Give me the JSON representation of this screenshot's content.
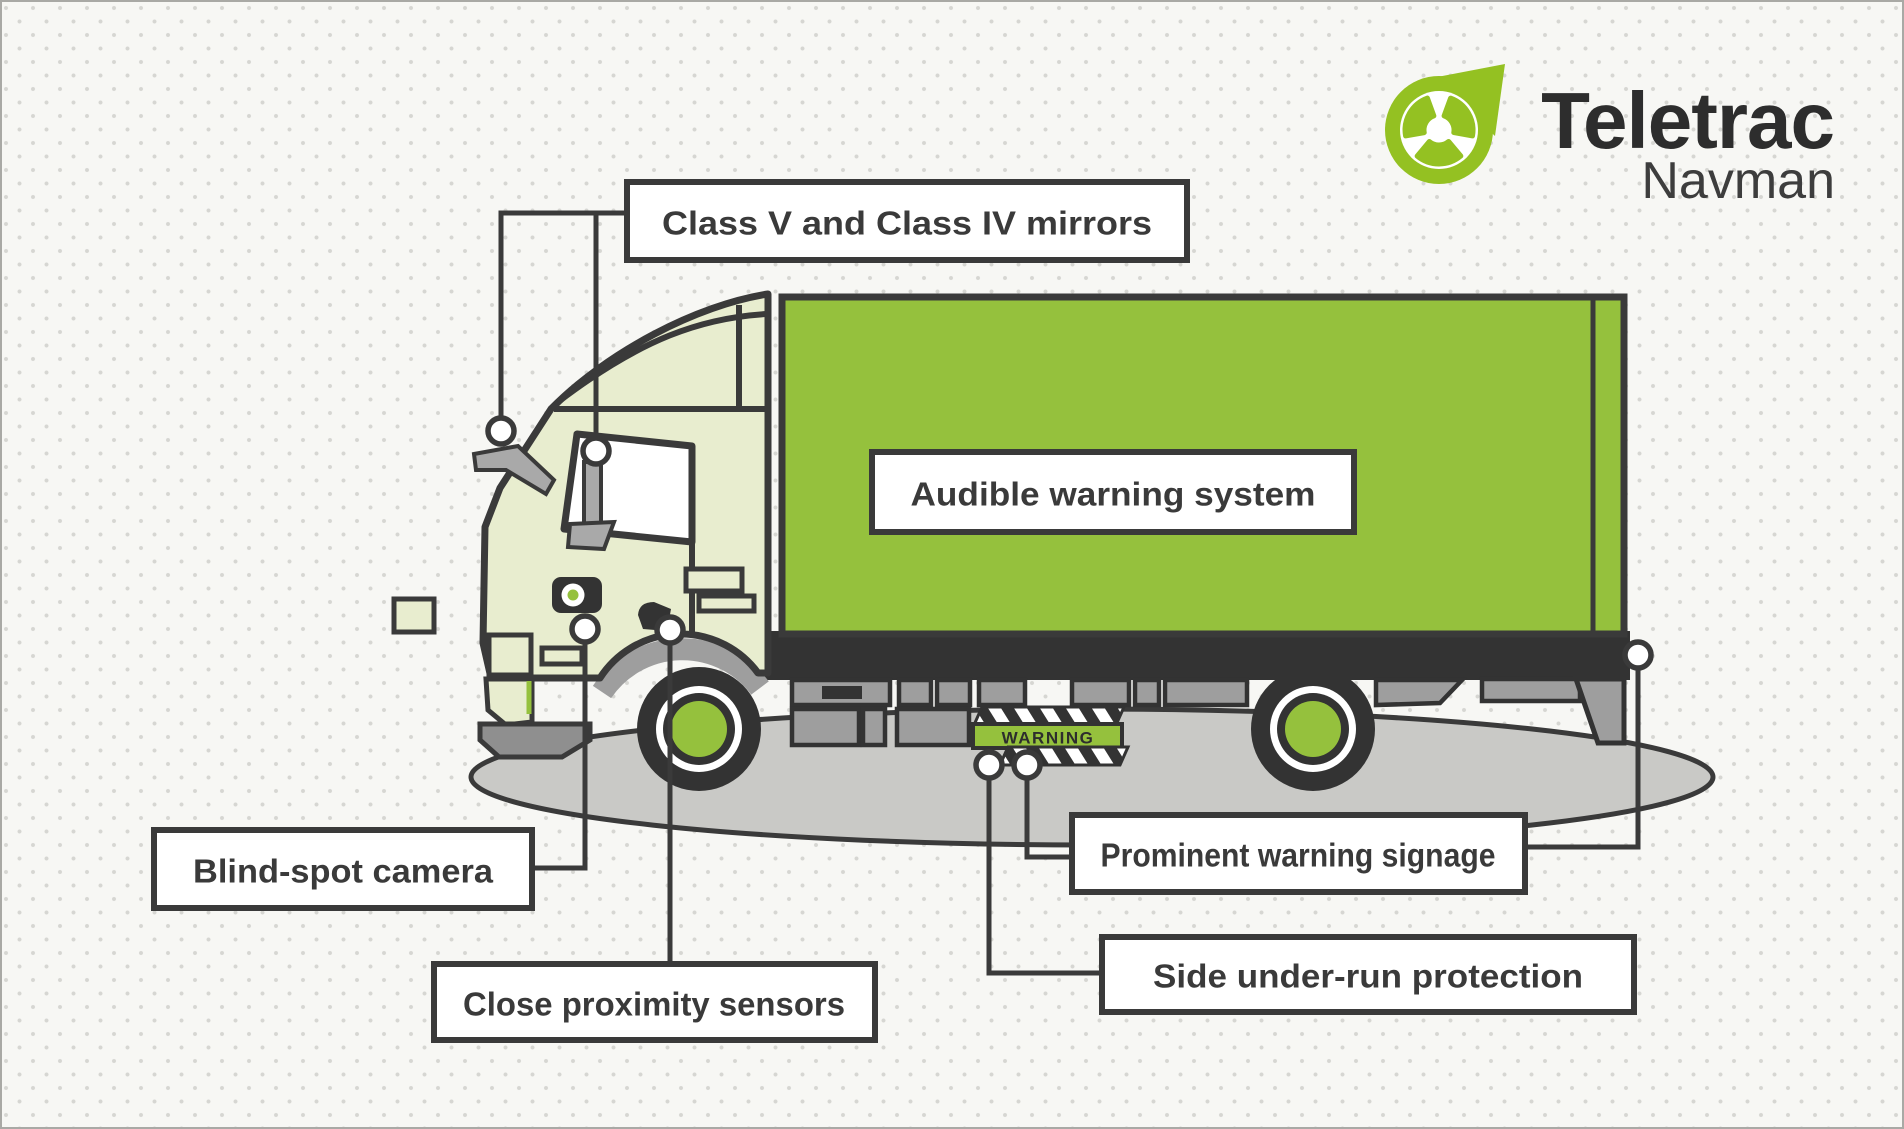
{
  "page": {
    "kind": "truck-safety-features-infographic",
    "background": "#f7f7f4",
    "dot_color": "#d6d6d2",
    "outline_color": "#3a3a3a"
  },
  "logo": {
    "brand": "Teletrac",
    "sub_brand": "Navman",
    "mark": "leaf-pin-with-triskelion-wheel",
    "green": "#94c122",
    "brand_color": "#2d2d2d",
    "sub_brand_color": "#3d3d3d"
  },
  "truck": {
    "cargo_color": "#95c13d",
    "cab_color": "#e8edcf",
    "gray_parts": "#9e9e9e",
    "shadow_color": "#c9c9c6",
    "sign_text": "WARNING",
    "sign_green": "#95c13d"
  },
  "callouts": {
    "mirrors": {
      "label": "Class V and Class IV mirrors"
    },
    "audible": {
      "label": "Audible warning system"
    },
    "blind_spot": {
      "label": "Blind-spot camera"
    },
    "proximity": {
      "label": "Close proximity sensors"
    },
    "signage": {
      "label": "Prominent warning signage"
    },
    "underrun": {
      "label": "Side under-run protection"
    }
  }
}
